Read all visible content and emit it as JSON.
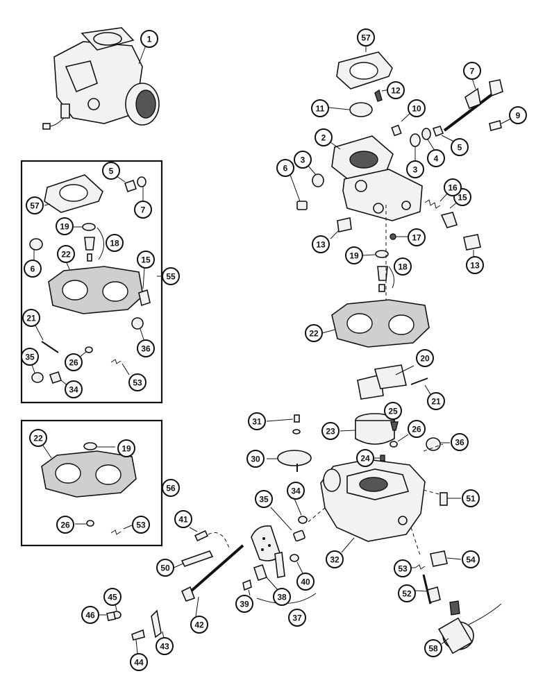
{
  "callouts": [
    {
      "id": "c1",
      "num": "1"
    },
    {
      "id": "c2",
      "num": "2"
    },
    {
      "id": "c3a",
      "num": "3"
    },
    {
      "id": "c3b",
      "num": "3"
    },
    {
      "id": "c4",
      "num": "4"
    },
    {
      "id": "c5a",
      "num": "5"
    },
    {
      "id": "c5b",
      "num": "5"
    },
    {
      "id": "c6a",
      "num": "6"
    },
    {
      "id": "c6b",
      "num": "6"
    },
    {
      "id": "c7a",
      "num": "7"
    },
    {
      "id": "c7b",
      "num": "7"
    },
    {
      "id": "c9",
      "num": "9"
    },
    {
      "id": "c10",
      "num": "10"
    },
    {
      "id": "c11",
      "num": "11"
    },
    {
      "id": "c12",
      "num": "12"
    },
    {
      "id": "c13a",
      "num": "13"
    },
    {
      "id": "c13b",
      "num": "13"
    },
    {
      "id": "c15a",
      "num": "15"
    },
    {
      "id": "c15b",
      "num": "15"
    },
    {
      "id": "c16",
      "num": "16"
    },
    {
      "id": "c17",
      "num": "17"
    },
    {
      "id": "c18a",
      "num": "18"
    },
    {
      "id": "c18b",
      "num": "18"
    },
    {
      "id": "c19a",
      "num": "19"
    },
    {
      "id": "c19b",
      "num": "19"
    },
    {
      "id": "c19c",
      "num": "19"
    },
    {
      "id": "c20",
      "num": "20"
    },
    {
      "id": "c21a",
      "num": "21"
    },
    {
      "id": "c21b",
      "num": "21"
    },
    {
      "id": "c22a",
      "num": "22"
    },
    {
      "id": "c22b",
      "num": "22"
    },
    {
      "id": "c22c",
      "num": "22"
    },
    {
      "id": "c23",
      "num": "23"
    },
    {
      "id": "c24",
      "num": "24"
    },
    {
      "id": "c25",
      "num": "25"
    },
    {
      "id": "c26a",
      "num": "26"
    },
    {
      "id": "c26b",
      "num": "26"
    },
    {
      "id": "c26c",
      "num": "26"
    },
    {
      "id": "c30",
      "num": "30"
    },
    {
      "id": "c31",
      "num": "31"
    },
    {
      "id": "c32",
      "num": "32"
    },
    {
      "id": "c34a",
      "num": "34"
    },
    {
      "id": "c34b",
      "num": "34"
    },
    {
      "id": "c35a",
      "num": "35"
    },
    {
      "id": "c35b",
      "num": "35"
    },
    {
      "id": "c36a",
      "num": "36"
    },
    {
      "id": "c36b",
      "num": "36"
    },
    {
      "id": "c37",
      "num": "37"
    },
    {
      "id": "c38",
      "num": "38"
    },
    {
      "id": "c39",
      "num": "39"
    },
    {
      "id": "c40",
      "num": "40"
    },
    {
      "id": "c41",
      "num": "41"
    },
    {
      "id": "c42",
      "num": "42"
    },
    {
      "id": "c43",
      "num": "43"
    },
    {
      "id": "c44",
      "num": "44"
    },
    {
      "id": "c45",
      "num": "45"
    },
    {
      "id": "c46",
      "num": "46"
    },
    {
      "id": "c50",
      "num": "50"
    },
    {
      "id": "c51",
      "num": "51"
    },
    {
      "id": "c52",
      "num": "52"
    },
    {
      "id": "c53a",
      "num": "53"
    },
    {
      "id": "c53b",
      "num": "53"
    },
    {
      "id": "c53c",
      "num": "53"
    },
    {
      "id": "c54",
      "num": "54"
    },
    {
      "id": "c55",
      "num": "55"
    },
    {
      "id": "c56",
      "num": "56"
    },
    {
      "id": "c57a",
      "num": "57"
    },
    {
      "id": "c57b",
      "num": "57"
    },
    {
      "id": "c58",
      "num": "58"
    }
  ]
}
